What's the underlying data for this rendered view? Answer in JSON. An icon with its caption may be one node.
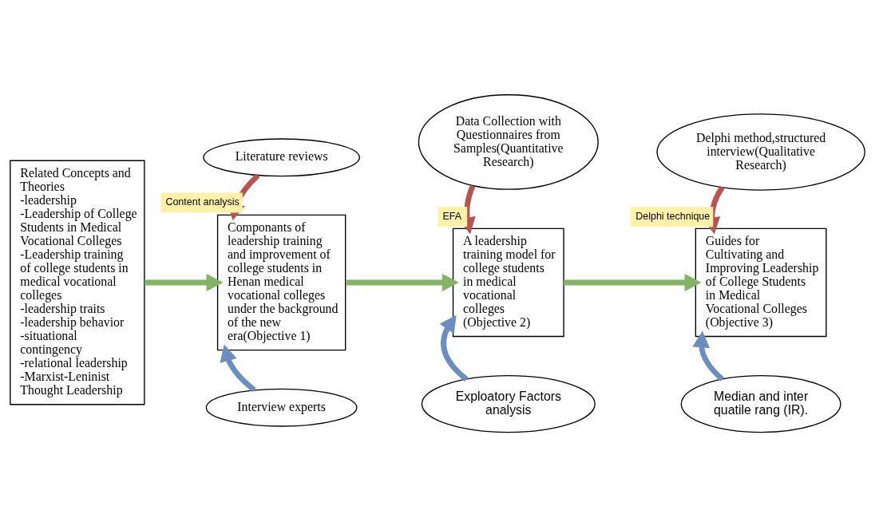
{
  "diagram": {
    "nodes": [
      {
        "text": [
          "Related Concepts and Theories",
          "-leadership",
          "-Leadership of College Students in Medical Vocational Colleges",
          "-Leadership training of college students in medical vocational colleges",
          "-leadership traits",
          "-leadership behavior",
          "-situational contingency",
          "-relational leadership",
          "-Marxist-Leninist Thought Leadership"
        ]
      },
      {
        "text": [
          "Literature reviews"
        ]
      },
      {
        "text": [
          "Data Collection with Questionnaires from Samples(Quantitative Research)"
        ]
      },
      {
        "text": [
          "Delphi method,structured interview(Qualitative Research)"
        ]
      },
      {
        "text": [
          "Componants of leadership training and improvement of college students in Henan medical vocational colleges under the background of the new era(Objective 1)"
        ]
      },
      {
        "text": [
          "A leadership training model for college students in medical vocational colleges (Objective 2)"
        ]
      },
      {
        "text": [
          "Guides for Cultivating and Improving Leadership of College Students in Medical Vocational Colleges (Objective 3)"
        ]
      },
      {
        "text": [
          "Interview experts"
        ]
      },
      {
        "text": [
          "Exploatory Factors analysis"
        ]
      },
      {
        "text": [
          "Median and inter quatile rang (IR)."
        ]
      }
    ],
    "edges": [
      {
        "from": 0,
        "to": 4,
        "arrow": "to",
        "color": "#82b366"
      },
      {
        "from": 1,
        "to": 4,
        "arrow": "to",
        "color": "#b85450",
        "label": "Content analysis"
      },
      {
        "from": 7,
        "to": 4,
        "arrow": "to",
        "color": "#6c8ebf"
      },
      {
        "from": 4,
        "to": 5,
        "arrow": "to",
        "color": "#82b366"
      },
      {
        "from": 2,
        "to": 5,
        "arrow": "to",
        "color": "#b85450",
        "label": "EFA"
      },
      {
        "from": 8,
        "to": 5,
        "arrow": "to",
        "color": "#6c8ebf"
      },
      {
        "from": 5,
        "to": 6,
        "arrow": "to",
        "color": "#82b366"
      },
      {
        "from": 3,
        "to": 6,
        "arrow": "to",
        "color": "#b85450",
        "label": "Delphi technique"
      },
      {
        "from": 9,
        "to": 6,
        "arrow": "to",
        "color": "#6c8ebf"
      }
    ]
  }
}
